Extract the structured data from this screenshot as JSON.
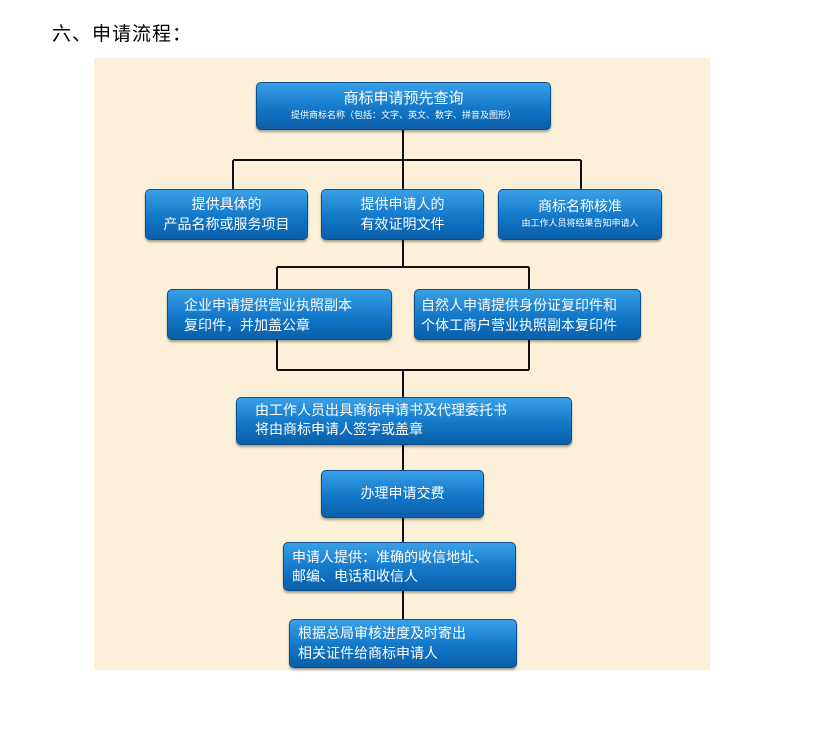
{
  "heading": "六、申请流程：",
  "flow": {
    "step1": {
      "title": "商标申请预先查询",
      "subtitle": "提供商标名称（包括：文字、英文、数字、拼音及图形）"
    },
    "step2a": {
      "line1": "提供具体的",
      "line2": "产品名称或服务项目"
    },
    "step2b": {
      "line1": "提供申请人的",
      "line2": "有效证明文件"
    },
    "step2c": {
      "line1": "商标名称核准",
      "line2": "由工作人员将结果告知申请人"
    },
    "step3a": {
      "line1": "企业申请提供营业执照副本",
      "line2": "复印件，并加盖公章"
    },
    "step3b": {
      "line1": "自然人申请提供身份证复印件和",
      "line2": "个体工商户营业执照副本复印件"
    },
    "step4": {
      "line1": "由工作人员出具商标申请书及代理委托书",
      "line2": "将由商标申请人签字或盖章"
    },
    "step5": {
      "line1": "办理申请交费"
    },
    "step6": {
      "line1": "申请人提供：准确的收信地址、",
      "line2": "邮编、电话和收信人"
    },
    "step7": {
      "line1": "根据总局审核进度及时寄出",
      "line2": "相关证件给商标申请人"
    }
  }
}
